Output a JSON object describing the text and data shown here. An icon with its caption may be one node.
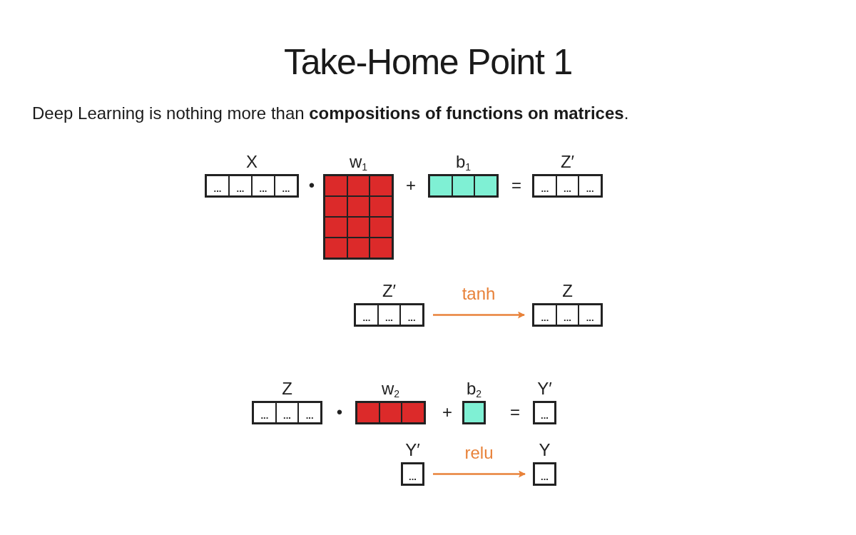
{
  "diagram": {
    "title": "Take-Home Point 1",
    "nodes": [
      {
        "text": [
          "X",
          "...",
          "...",
          "...",
          "..."
        ]
      },
      {
        "text": [
          "w$_{1}$"
        ]
      },
      {
        "text": [
          "b$_{1}$"
        ]
      },
      {
        "text": [
          "Z′",
          "...",
          "...",
          "..."
        ]
      },
      {
        "text": [
          "Z′",
          "...",
          "...",
          "..."
        ]
      },
      {
        "text": [
          "Z",
          "...",
          "...",
          "..."
        ]
      },
      {
        "text": [
          "Z",
          "...",
          "...",
          "..."
        ]
      },
      {
        "text": [
          "w$_{2}$"
        ]
      },
      {
        "text": [
          "b$_{2}$"
        ]
      },
      {
        "text": [
          "Y′",
          "..."
        ]
      },
      {
        "text": [
          "Y′",
          "..."
        ]
      },
      {
        "text": [
          "Y",
          "..."
        ]
      }
    ],
    "edges": [
      {
        "from": 4,
        "to": 5,
        "arrow": "to",
        "label": "tanh",
        "color": "#e8823a"
      },
      {
        "from": 10,
        "to": 11,
        "arrow": "to",
        "label": "relu",
        "color": "#e8823a"
      }
    ],
    "labels": [
      "Deep Learning is nothing more than **compositions of functions on matrices**.",
      "•",
      "+",
      "=",
      "•",
      "+",
      "="
    ]
  }
}
